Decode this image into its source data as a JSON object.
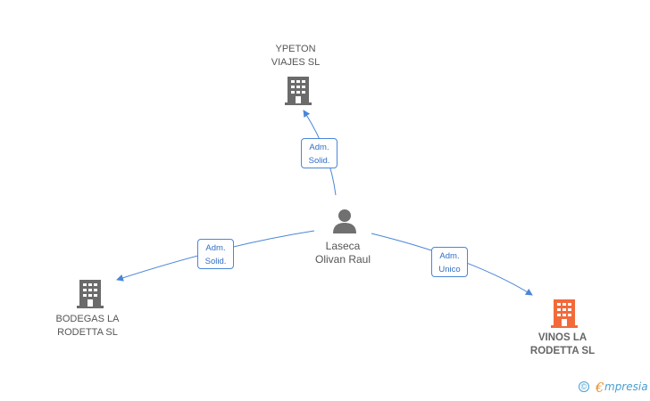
{
  "colors": {
    "edge": "#4a86d8",
    "company_gray": "#6b6b6b",
    "company_highlight": "#f26a3a",
    "person": "#707070"
  },
  "nodes": {
    "ypeton": {
      "line1": "YPETON",
      "line2": "VIAJES  SL",
      "icon": "building-icon"
    },
    "bodegas": {
      "line1": "BODEGAS LA",
      "line2": "RODETTA  SL",
      "icon": "building-icon"
    },
    "vinos": {
      "line1": "VINOS LA",
      "line2": "RODETTA SL",
      "icon": "building-icon"
    },
    "person": {
      "line1": "Laseca",
      "line2": "Olivan Raul",
      "icon": "person-icon"
    }
  },
  "edges": {
    "to_ypeton": {
      "line1": "Adm.",
      "line2": "Solid."
    },
    "to_bodegas": {
      "line1": "Adm.",
      "line2": "Solid."
    },
    "to_vinos": {
      "line1": "Adm.",
      "line2": "Unico"
    }
  },
  "footer": {
    "copyright_symbol": "©",
    "brand_initial": "€",
    "brand_rest": "mpresia"
  }
}
